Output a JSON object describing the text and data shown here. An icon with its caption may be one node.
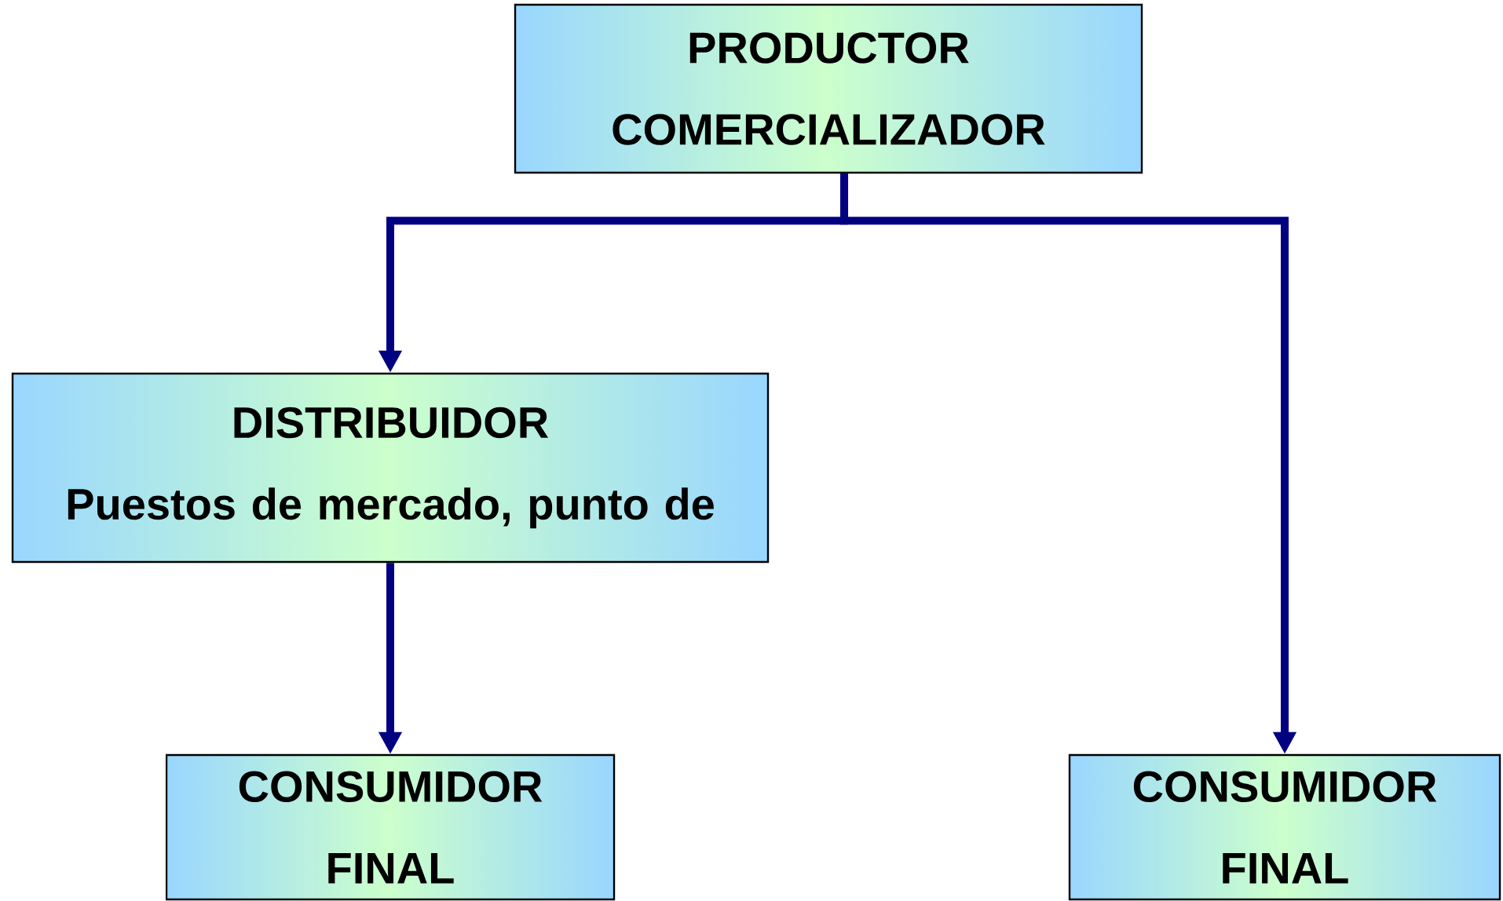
{
  "diagram": {
    "nodes": [
      {
        "text": [
          "PRODUCTOR COMERCIALIZADOR"
        ]
      },
      {
        "text": [
          "DISTRIBUIDOR",
          "Puestos de mercado,  punto de"
        ]
      },
      {
        "text": [
          "CONSUMIDOR FINAL"
        ]
      },
      {
        "text": [
          "CONSUMIDOR FINAL"
        ]
      }
    ],
    "edges": [
      {
        "from": 0,
        "to": 1,
        "arrow": "to"
      },
      {
        "from": 0,
        "to": 3,
        "arrow": "to"
      },
      {
        "from": 1,
        "to": 2,
        "arrow": "to"
      }
    ]
  }
}
